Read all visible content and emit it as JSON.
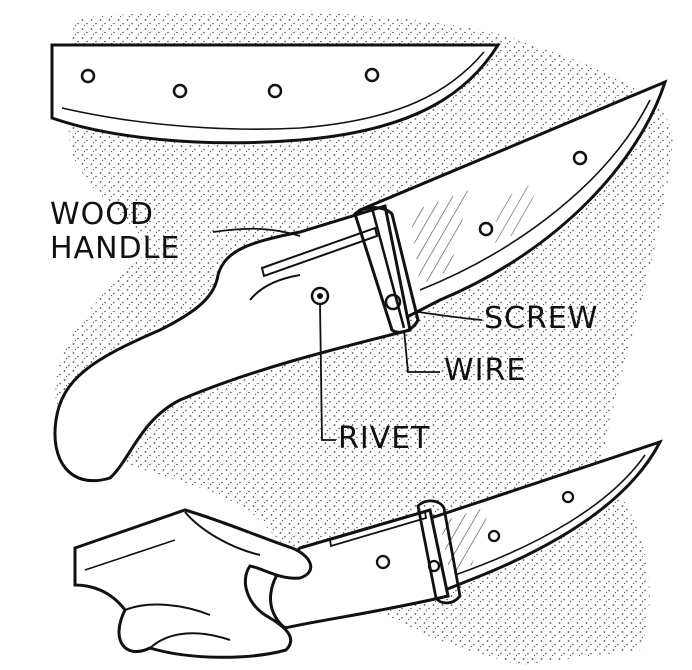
{
  "labels": {
    "wood": "WOOD",
    "handle": "HANDLE",
    "screw": "SCREW",
    "wire": "WIRE",
    "rivet": "RIVET"
  },
  "colors": {
    "ink": "#111111",
    "paper": "#ffffff",
    "stipple": "#6a6a6a"
  }
}
